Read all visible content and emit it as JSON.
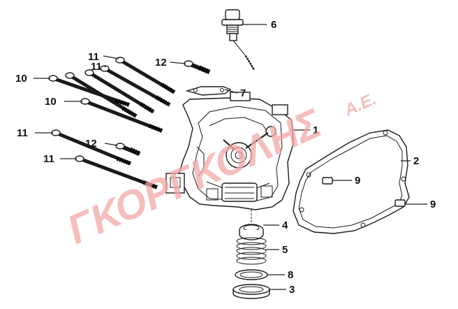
{
  "watermark": {
    "main": "ΓΚΟΡΓΚΟΛΗΣ",
    "suffix": "Α.Ε.",
    "color": "#f4a7a7"
  },
  "labels": {
    "p1": "1",
    "p2": "2",
    "p3": "3",
    "p4": "4",
    "p5": "5",
    "p6": "6",
    "p7": "7",
    "p8": "8",
    "p9a": "9",
    "p9b": "9",
    "p10a": "10",
    "p10b": "10",
    "p11a": "11",
    "p11b": "11",
    "p11c": "11",
    "p11d": "11",
    "p12a": "12",
    "p12b": "12"
  }
}
